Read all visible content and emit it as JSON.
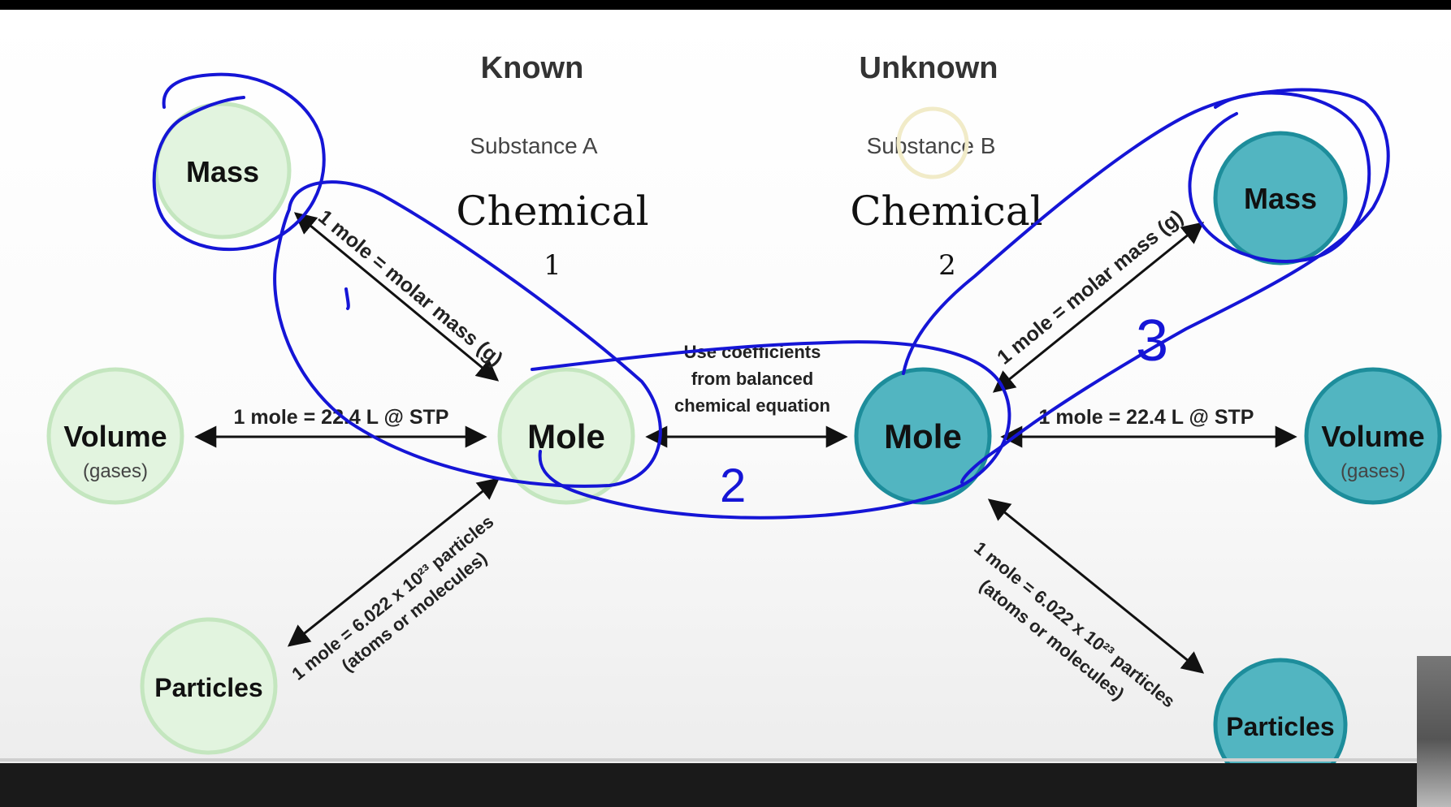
{
  "headers": {
    "known": "Known",
    "unknown": "Unknown"
  },
  "substances": {
    "a": "Substance A",
    "b": "Substance B"
  },
  "handwritten": {
    "chemical_left": "Chemical",
    "chemical_left_num": "1",
    "chemical_right": "Chemical",
    "chemical_right_num": "2",
    "step1": "1",
    "step2": "2",
    "step3": "3"
  },
  "known_nodes": {
    "mass": "Mass",
    "mole": "Mole",
    "volume": "Volume",
    "volume_sub": "(gases)",
    "particles": "Particles"
  },
  "unknown_nodes": {
    "mass": "Mass",
    "mole": "Mole",
    "volume": "Volume",
    "volume_sub": "(gases)",
    "particles": "Particles"
  },
  "conversions": {
    "molar_mass": "1 mole = molar mass (g)",
    "gas_volume": "1 mole = 22.4 L @ STP",
    "particles_line1": "1 mole = 6.022 x 10²³ particles",
    "particles_line2": "(atoms or molecules)",
    "coefficients_line1": "Use coefficients",
    "coefficients_line2": "from balanced",
    "coefficients_line3": "chemical equation"
  },
  "colors": {
    "known_fill": "#e2f4df",
    "known_stroke": "#c4e6bf",
    "unknown_fill": "#52b5c1",
    "unknown_stroke": "#1d8d9b",
    "ink": "#1515d6"
  }
}
